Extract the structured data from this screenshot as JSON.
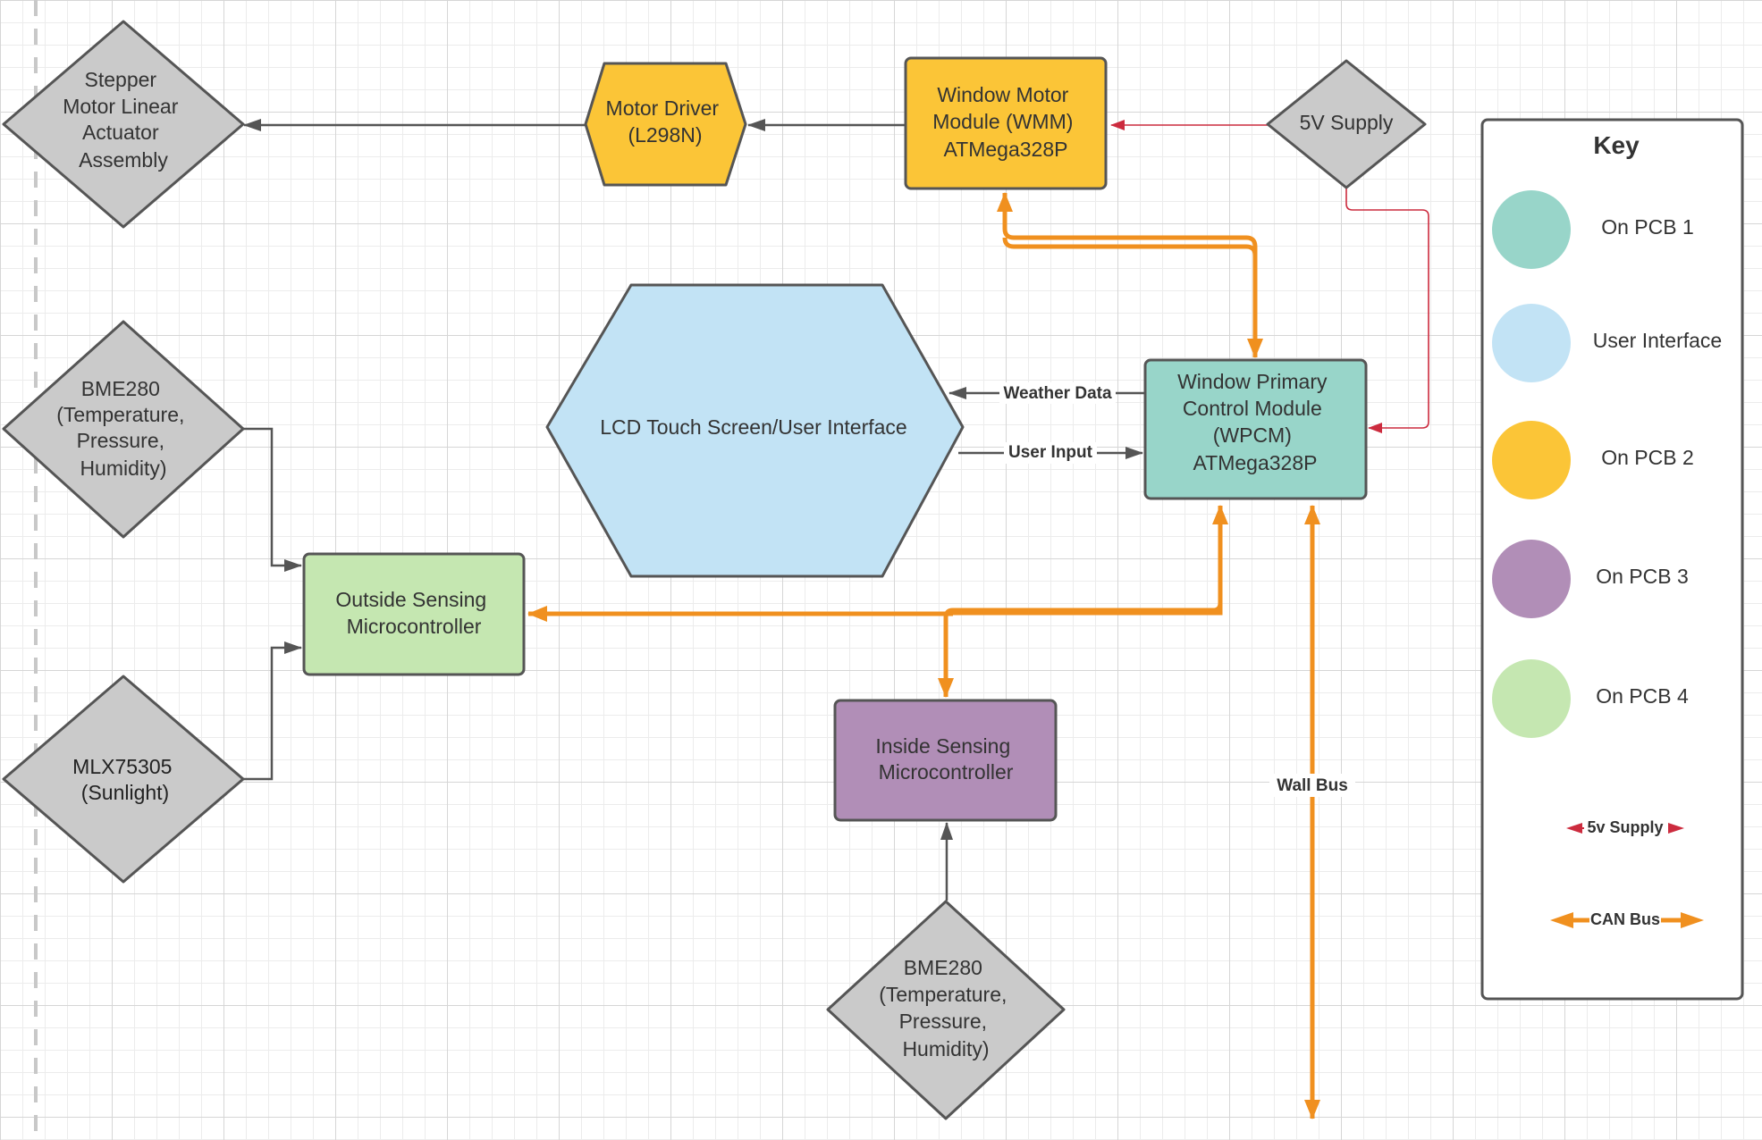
{
  "nodes": {
    "stepper": {
      "lines": [
        "Stepper",
        "Motor Linear",
        "Actuator",
        "Assembly"
      ]
    },
    "motor_driver": {
      "lines": [
        "Motor Driver",
        "(L298N)"
      ]
    },
    "wmm": {
      "lines": [
        "Window Motor",
        "Module (WMM)",
        "ATMega328P"
      ]
    },
    "supply_5v": {
      "lines": [
        "5V Supply"
      ]
    },
    "lcd": {
      "lines": [
        "LCD Touch Screen/User Interface"
      ]
    },
    "wpcm": {
      "lines": [
        "Window Primary",
        "Control Module",
        "(WPCM)",
        "ATMega328P"
      ]
    },
    "bme280_outside": {
      "lines": [
        "BME280",
        "(Temperature,",
        "Pressure,",
        "Humidity)"
      ]
    },
    "outside_mcu": {
      "lines": [
        "Outside Sensing",
        "Microcontroller"
      ]
    },
    "mlx": {
      "lines": [
        "MLX75305",
        "(Sunlight)"
      ]
    },
    "inside_mcu": {
      "lines": [
        "Inside Sensing",
        "Microcontroller"
      ]
    },
    "bme280_inside": {
      "lines": [
        "BME280",
        "(Temperature,",
        "Pressure,",
        "Humidity)"
      ]
    }
  },
  "edge_labels": {
    "weather_data": "Weather Data",
    "user_input": "User Input",
    "wall_bus": "Wall Bus"
  },
  "key": {
    "title": "Key",
    "items": [
      {
        "label": "On PCB 1",
        "color": "#98d5c9"
      },
      {
        "label": "User Interface",
        "color": "#c2e3f5"
      },
      {
        "label": "On PCB 2",
        "color": "#fbc537"
      },
      {
        "label": "On PCB 3",
        "color": "#b18eb7"
      },
      {
        "label": "On PCB 4",
        "color": "#c5e7b1"
      }
    ],
    "lines": [
      {
        "label": "5v Supply",
        "color": "#cc2b3e"
      },
      {
        "label": "CAN Bus",
        "color": "#f0901f"
      }
    ]
  },
  "colors": {
    "sensor_gray": "#cacaca",
    "pcb1": "#98d5c9",
    "ui": "#c2e3f5",
    "pcb2": "#fbc537",
    "pcb3": "#b18eb7",
    "pcb4": "#c5e7b1",
    "can_bus": "#f0901f",
    "supply": "#cc2b3e",
    "signal": "#555555"
  }
}
